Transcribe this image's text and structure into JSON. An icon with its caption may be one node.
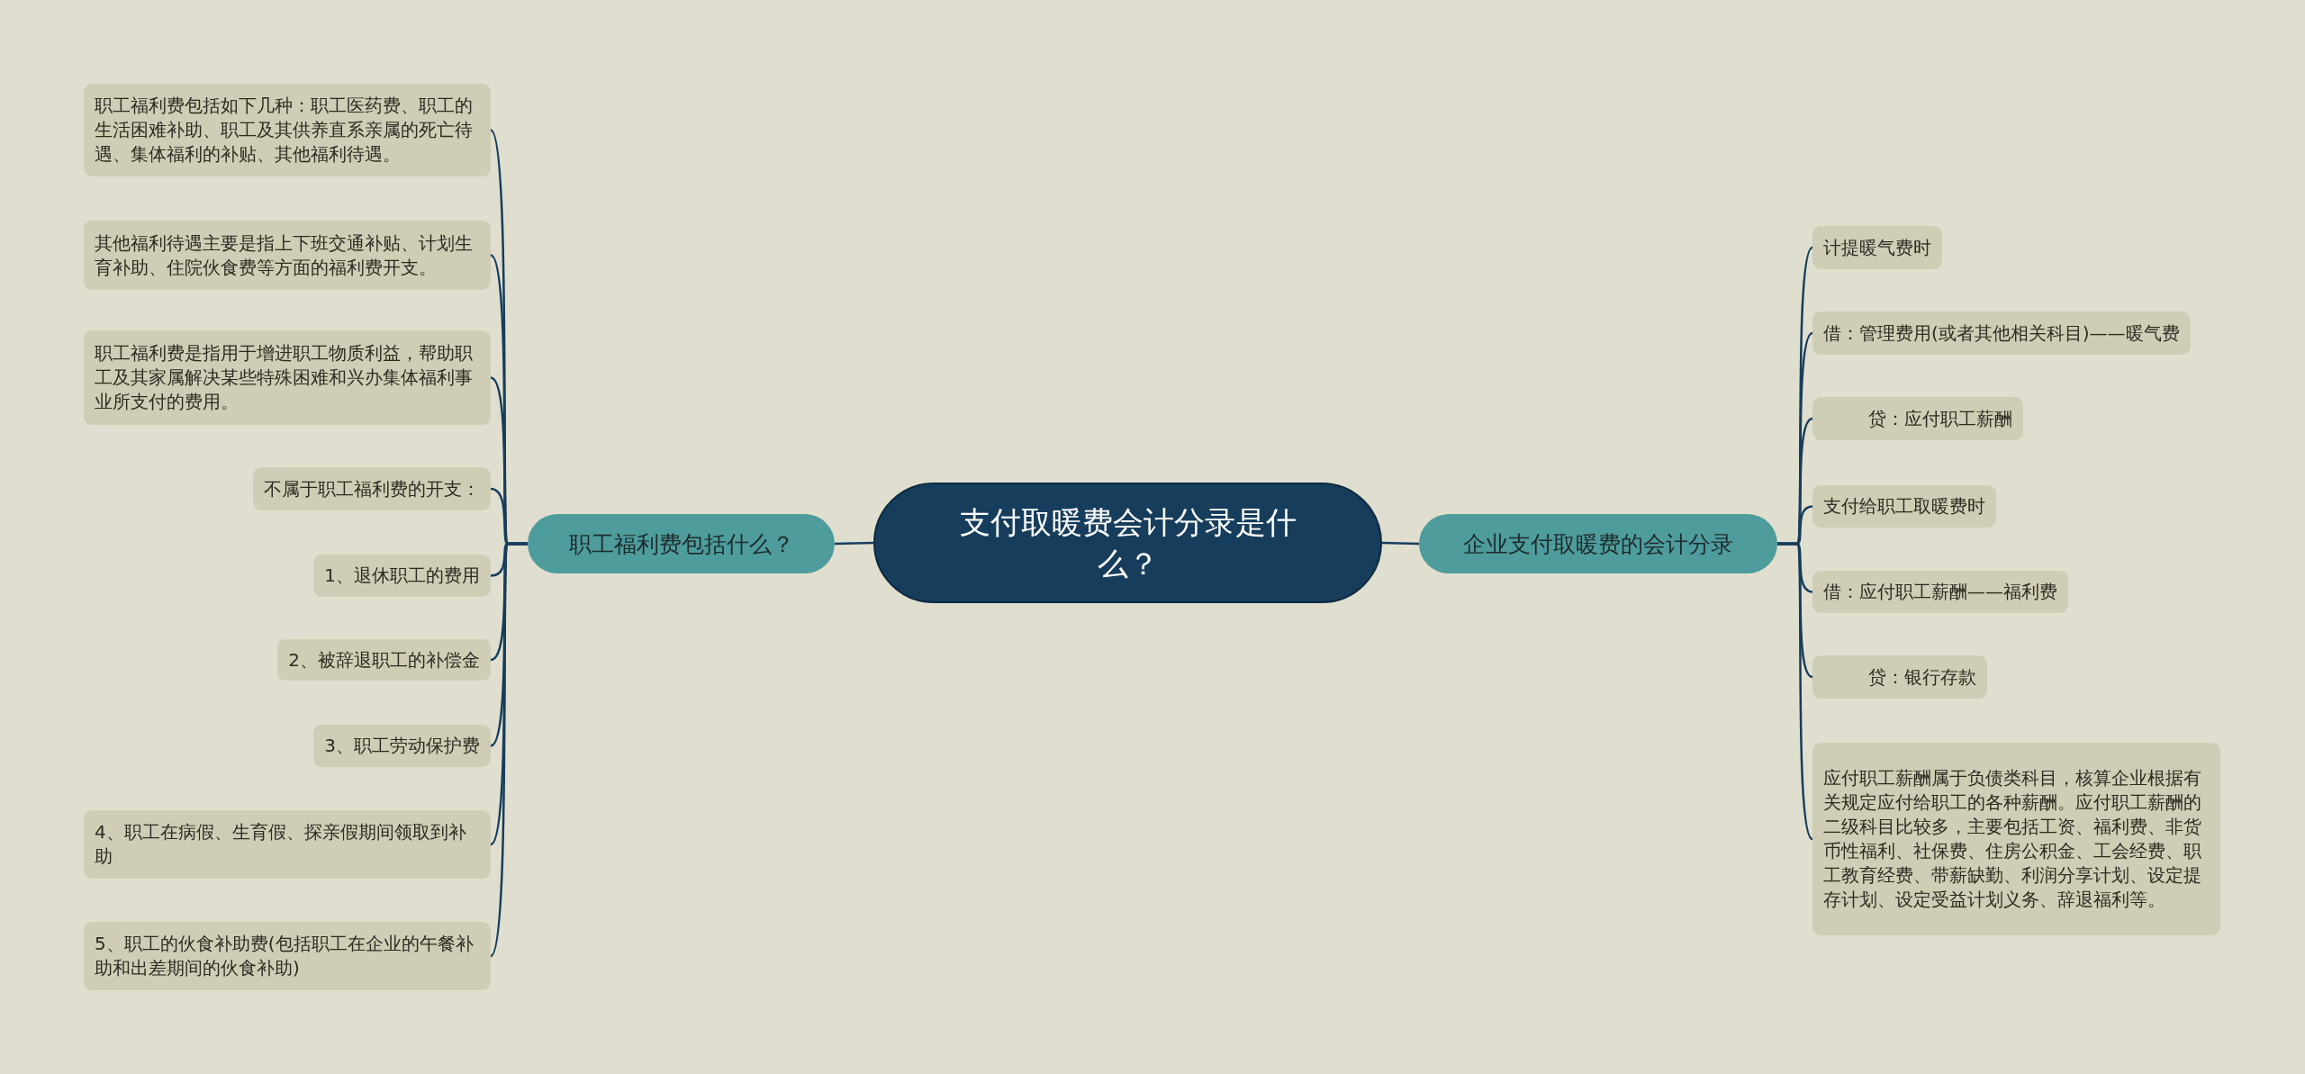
{
  "diagram": {
    "nodes": [
      {
        "text": [
          "支付取暖费会计分录是什么？"
        ]
      },
      {
        "text": [
          "职工福利费包括什么？"
        ]
      },
      {
        "text": [
          "职工福利费包括如下几种：职工医药费、职工的生活困难补助、职工及其供养直系亲属的死亡待遇、集体福利的补贴、其他福利待遇。"
        ]
      },
      {
        "text": [
          "其他福利待遇主要是指上下班交通补贴、计划生育补助、住院伙食费等方面的福利费开支。"
        ]
      },
      {
        "text": [
          "职工福利费是指用于增进职工物质利益，帮助职工及其家属解决某些特殊困难和兴办集体福利事业所支付的费用。"
        ]
      },
      {
        "text": [
          "不属于职工福利费的开支："
        ]
      },
      {
        "text": [
          "1、退休职工的费用"
        ]
      },
      {
        "text": [
          "2、被辞退职工的补偿金"
        ]
      },
      {
        "text": [
          "3、职工劳动保护费"
        ]
      },
      {
        "text": [
          "4、职工在病假、生育假、探亲假期间领取到补助"
        ]
      },
      {
        "text": [
          "5、职工的伙食补助费(包括职工在企业的午餐补助和出差期间的伙食补助)"
        ]
      },
      {
        "text": [
          "企业支付取暖费的会计分录"
        ]
      },
      {
        "text": [
          "计提暖气费时"
        ]
      },
      {
        "text": [
          "借：管理费用(或者其他相关科目)——暖气费"
        ]
      },
      {
        "text": [
          "贷：应付职工薪酬"
        ]
      },
      {
        "text": [
          "支付给职工取暖费时"
        ]
      },
      {
        "text": [
          "借：应付职工薪酬——福利费"
        ]
      },
      {
        "text": [
          "贷：银行存款"
        ]
      },
      {
        "text": [
          "应付职工薪酬属于负债类科目，核算企业根据有关规定应付给职工的各种薪酬。应付职工薪酬的二级科目比较多，主要包括工资、福利费、非货币性福利、社保费、住房公积金、工会经费、职工教育经费、带薪缺勤、利润分享计划、设定提存计划、设定受益计划义务、辞退福利等。"
        ]
      }
    ],
    "edges": [
      {
        "from": 0,
        "to": 1,
        "arrow": "none"
      },
      {
        "from": 1,
        "to": 2,
        "arrow": "none"
      },
      {
        "from": 1,
        "to": 3,
        "arrow": "none"
      },
      {
        "from": 1,
        "to": 4,
        "arrow": "none"
      },
      {
        "from": 1,
        "to": 5,
        "arrow": "none"
      },
      {
        "from": 1,
        "to": 6,
        "arrow": "none"
      },
      {
        "from": 1,
        "to": 7,
        "arrow": "none"
      },
      {
        "from": 1,
        "to": 8,
        "arrow": "none"
      },
      {
        "from": 1,
        "to": 9,
        "arrow": "none"
      },
      {
        "from": 1,
        "to": 10,
        "arrow": "none"
      },
      {
        "from": 0,
        "to": 11,
        "arrow": "none"
      },
      {
        "from": 11,
        "to": 12,
        "arrow": "none"
      },
      {
        "from": 11,
        "to": 13,
        "arrow": "none"
      },
      {
        "from": 11,
        "to": 14,
        "arrow": "none"
      },
      {
        "from": 11,
        "to": 15,
        "arrow": "none"
      },
      {
        "from": 11,
        "to": 16,
        "arrow": "none"
      },
      {
        "from": 11,
        "to": 17,
        "arrow": "none"
      },
      {
        "from": 11,
        "to": 18,
        "arrow": "none"
      }
    ]
  }
}
